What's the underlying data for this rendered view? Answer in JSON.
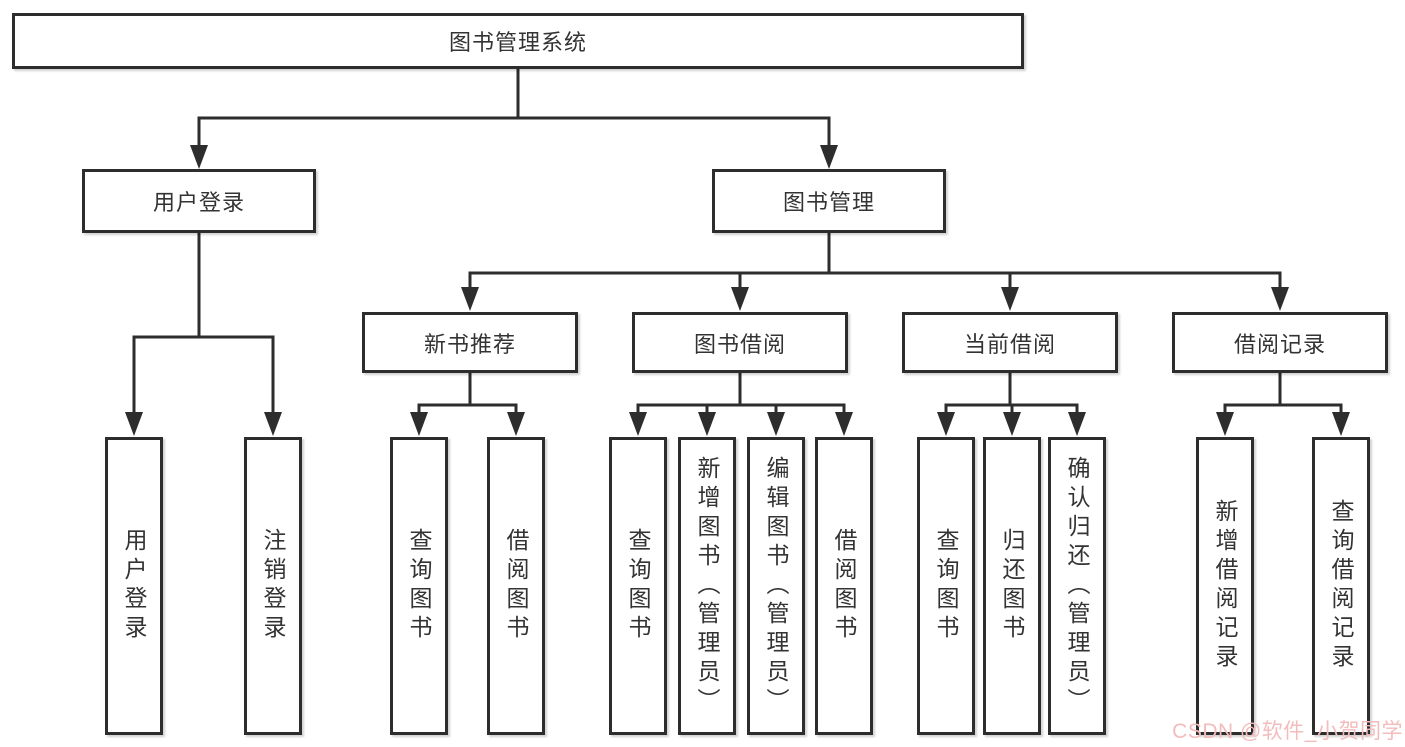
{
  "diagram": {
    "root": {
      "label": "图书管理系统"
    },
    "branches": [
      {
        "label": "用户登录"
      },
      {
        "label": "图书管理"
      }
    ],
    "modules": [
      {
        "label": "新书推荐"
      },
      {
        "label": "图书借阅"
      },
      {
        "label": "当前借阅"
      },
      {
        "label": "借阅记录"
      }
    ],
    "leaves": [
      {
        "label": "用户登录"
      },
      {
        "label": "注销登录"
      },
      {
        "label": "查询图书"
      },
      {
        "label": "借阅图书"
      },
      {
        "label": "查询图书"
      },
      {
        "label": "新增图书（管理员）"
      },
      {
        "label": "编辑图书（管理员）"
      },
      {
        "label": "借阅图书"
      },
      {
        "label": "查询图书"
      },
      {
        "label": "归还图书"
      },
      {
        "label": "确认归还（管理员）"
      },
      {
        "label": "新增借阅记录"
      },
      {
        "label": "查询借阅记录"
      }
    ]
  },
  "watermark": {
    "text": "CSDN @软件_小贺同学",
    "color": "#f3bcbc"
  },
  "colors": {
    "line": "#2d2d2d",
    "box_fill": "#ffffff",
    "text": "#333333",
    "background": "#ffffff"
  }
}
